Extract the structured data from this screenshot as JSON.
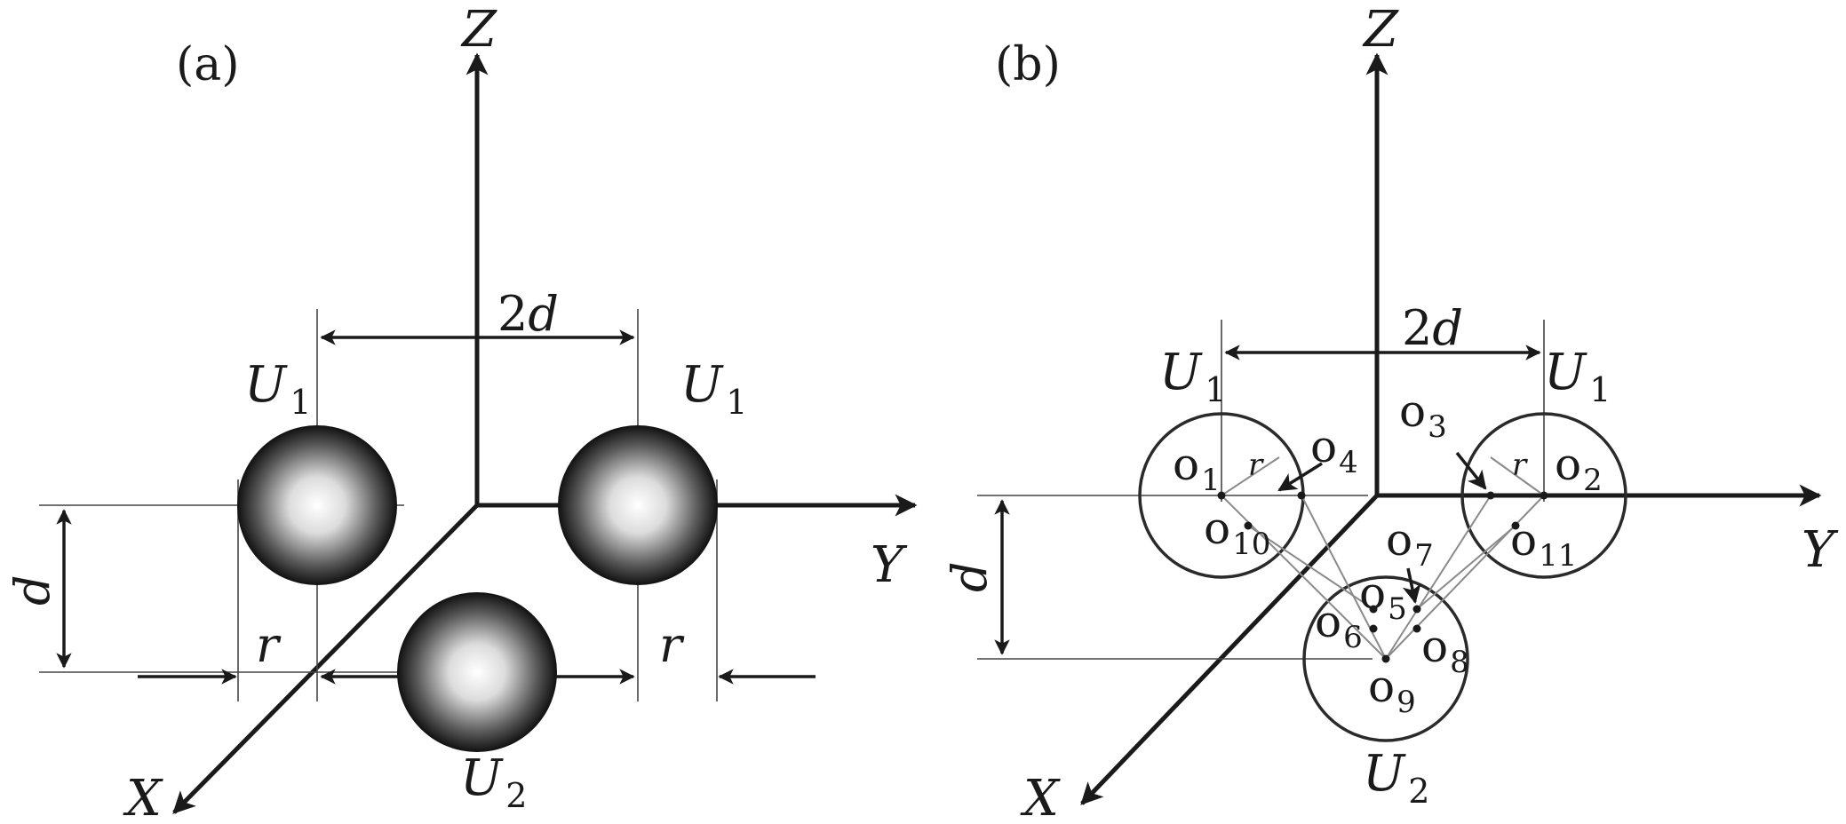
{
  "panels": {
    "a": {
      "label": "(a)",
      "axes": {
        "z": "Z",
        "y": "Y",
        "x": "X"
      },
      "dims": {
        "spacing": "2d",
        "height": "d",
        "radius": "r"
      },
      "spheres": {
        "top": "U",
        "top_sub": "1",
        "bottom": "U",
        "bottom_sub": "2"
      }
    },
    "b": {
      "label": "(b)",
      "axes": {
        "z": "Z",
        "y": "Y",
        "x": "X"
      },
      "dims": {
        "spacing": "2d",
        "height": "d",
        "radius": "r"
      },
      "circles": {
        "top": "U",
        "top_sub": "1",
        "bottom": "U",
        "bottom_sub": "2"
      },
      "points": [
        {
          "base": "o",
          "sub": "1"
        },
        {
          "base": "o",
          "sub": "2"
        },
        {
          "base": "o",
          "sub": "3"
        },
        {
          "base": "o",
          "sub": "4"
        },
        {
          "base": "o",
          "sub": "5"
        },
        {
          "base": "o",
          "sub": "6"
        },
        {
          "base": "o",
          "sub": "7"
        },
        {
          "base": "o",
          "sub": "8"
        },
        {
          "base": "o",
          "sub": "9"
        },
        {
          "base": "o",
          "sub": "10"
        },
        {
          "base": "o",
          "sub": "11"
        }
      ]
    }
  },
  "colors": {
    "ink": "#1a1a1a",
    "sphere_light": "#ffffff",
    "sphere_dark": "#111111",
    "guide": "#8a8a8a"
  }
}
